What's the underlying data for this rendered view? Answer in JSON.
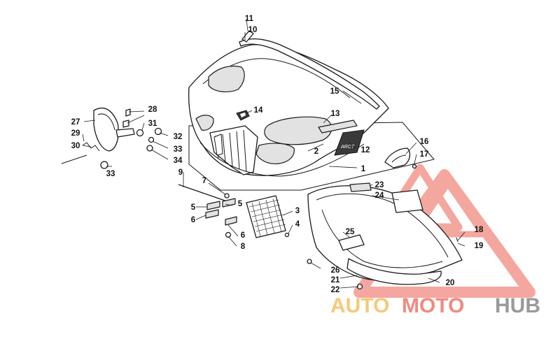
{
  "diagram": {
    "callouts": [
      {
        "id": "c11",
        "label": "11"
      },
      {
        "id": "c10",
        "label": "10"
      },
      {
        "id": "c15",
        "label": "15"
      },
      {
        "id": "c14",
        "label": "14"
      },
      {
        "id": "c13",
        "label": "13"
      },
      {
        "id": "c2",
        "label": "2"
      },
      {
        "id": "c12",
        "label": "12"
      },
      {
        "id": "c1",
        "label": "1"
      },
      {
        "id": "c16",
        "label": "16"
      },
      {
        "id": "c17",
        "label": "17"
      },
      {
        "id": "c28",
        "label": "28"
      },
      {
        "id": "c27",
        "label": "27"
      },
      {
        "id": "c31",
        "label": "31"
      },
      {
        "id": "c29",
        "label": "29"
      },
      {
        "id": "c32",
        "label": "32"
      },
      {
        "id": "c30",
        "label": "30"
      },
      {
        "id": "c33a",
        "label": "33"
      },
      {
        "id": "c34",
        "label": "34"
      },
      {
        "id": "c33b",
        "label": "33"
      },
      {
        "id": "c9",
        "label": "9"
      },
      {
        "id": "c7",
        "label": "7"
      },
      {
        "id": "c5a",
        "label": "5"
      },
      {
        "id": "c5b",
        "label": "5"
      },
      {
        "id": "c6a",
        "label": "6"
      },
      {
        "id": "c3",
        "label": "3"
      },
      {
        "id": "c4",
        "label": "4"
      },
      {
        "id": "c6b",
        "label": "6"
      },
      {
        "id": "c8",
        "label": "8"
      },
      {
        "id": "c23",
        "label": "23"
      },
      {
        "id": "c24",
        "label": "24"
      },
      {
        "id": "c25",
        "label": "25"
      },
      {
        "id": "c18",
        "label": "18"
      },
      {
        "id": "c19",
        "label": "19"
      },
      {
        "id": "c26",
        "label": "26"
      },
      {
        "id": "c21",
        "label": "21"
      },
      {
        "id": "c20",
        "label": "20"
      },
      {
        "id": "c22",
        "label": "22"
      }
    ]
  },
  "watermark": {
    "brand_part1": "AUTO",
    "brand_part2": "MOTO",
    "brand_part3": "HUB",
    "colors": {
      "auto": "#f5c97a",
      "moto": "#f08a80",
      "hub": "#9a9a9a",
      "triangle": "#f08a80"
    }
  }
}
